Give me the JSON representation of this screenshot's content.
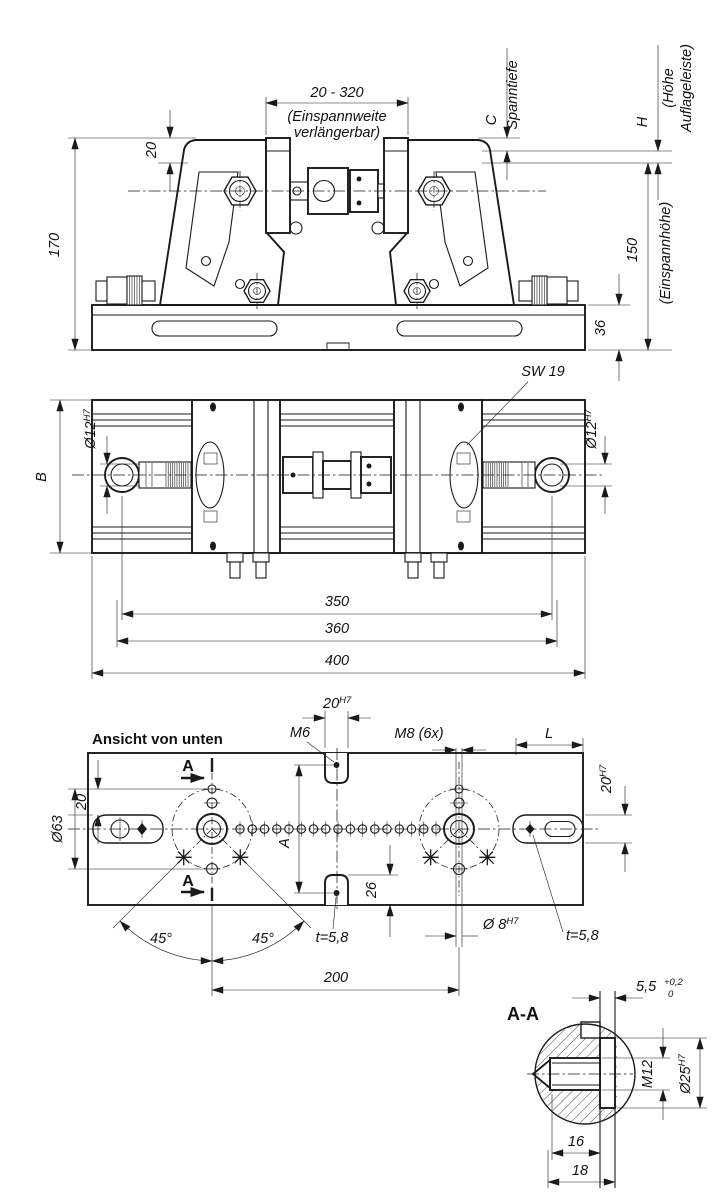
{
  "colors": {
    "ink": "#1a1a1a",
    "background": "#ffffff"
  },
  "front": {
    "range": "20 - 320",
    "range_note1": "(Einspannweite",
    "range_note2": "verlängerbar)",
    "jaw_step": "20",
    "total_height": "170",
    "c_label": "C",
    "c_name": "Spanntiefe",
    "h_label": "H",
    "h_name1": "(Höhe",
    "h_name2": "Auflageleiste)",
    "clamp_height": "150",
    "clamp_height_name": "(Einspannhöhe)",
    "base_height": "36"
  },
  "plan": {
    "width_label": "B",
    "bore_left": "Ø12",
    "bore_left_tol": "H7",
    "bore_right": "Ø12",
    "bore_right_tol": "H7",
    "wrench": "SW 19",
    "d350": "350",
    "d360": "360",
    "d400": "400"
  },
  "bottom": {
    "title": "Ansicht von unten",
    "slot_top": "20",
    "slot_top_tol": "H7",
    "m6": "M6",
    "m8": "M8 (6x)",
    "l_label": "L",
    "slot_right": "20",
    "slot_right_tol": "H7",
    "bolt_circle": "Ø63",
    "hole_offset": "20",
    "section_letter_top": "A",
    "section_letter_bottom": "A",
    "dim_a": "A",
    "d26": "26",
    "angle_left": "45°",
    "angle_right": "45°",
    "t_left": "t=5,8",
    "t_right": "t=5,8",
    "bore8": "Ø 8",
    "bore8_tol": "H7",
    "d200": "200"
  },
  "section": {
    "title": "A-A",
    "d55": "5,5",
    "d55_up": "+0,2",
    "d55_low": "0",
    "thread": "M12",
    "bore25": "Ø25",
    "bore25_tol": "H7",
    "d16": "16",
    "d18": "18"
  }
}
